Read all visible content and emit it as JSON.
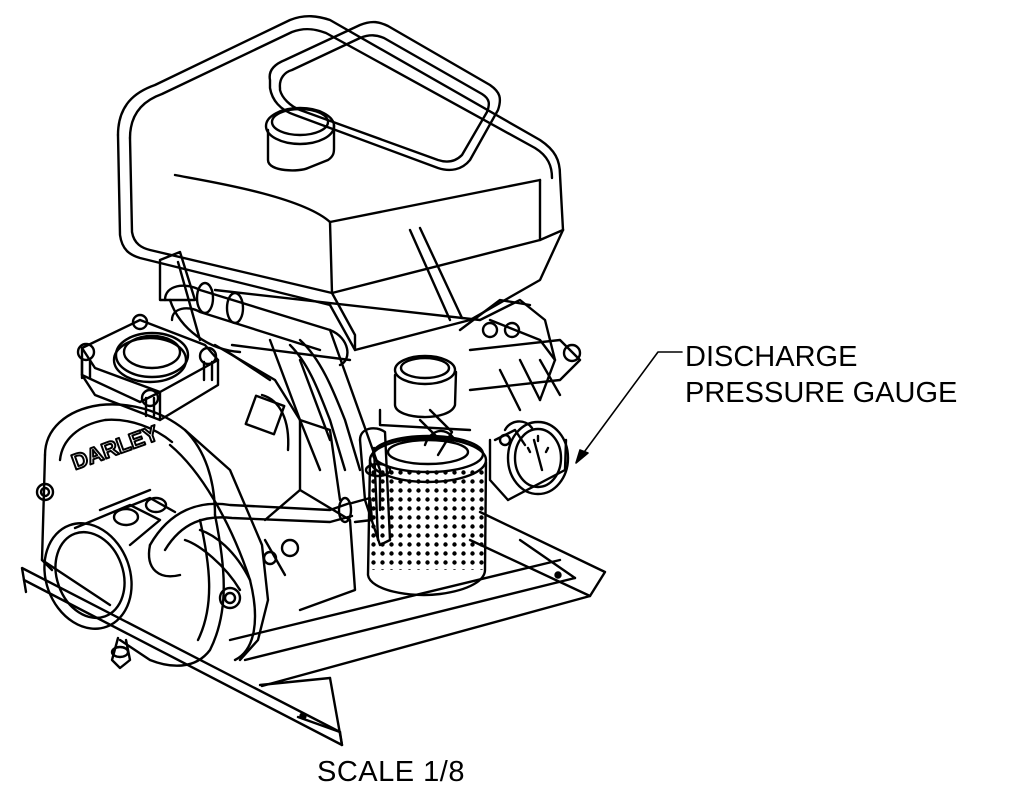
{
  "callout": {
    "line1": "DISCHARGE",
    "line2": "PRESSURE GAUGE"
  },
  "scale_label": "SCALE  1/8",
  "brand_text": "DARLEY",
  "colors": {
    "line": "#000000",
    "background": "#ffffff"
  }
}
